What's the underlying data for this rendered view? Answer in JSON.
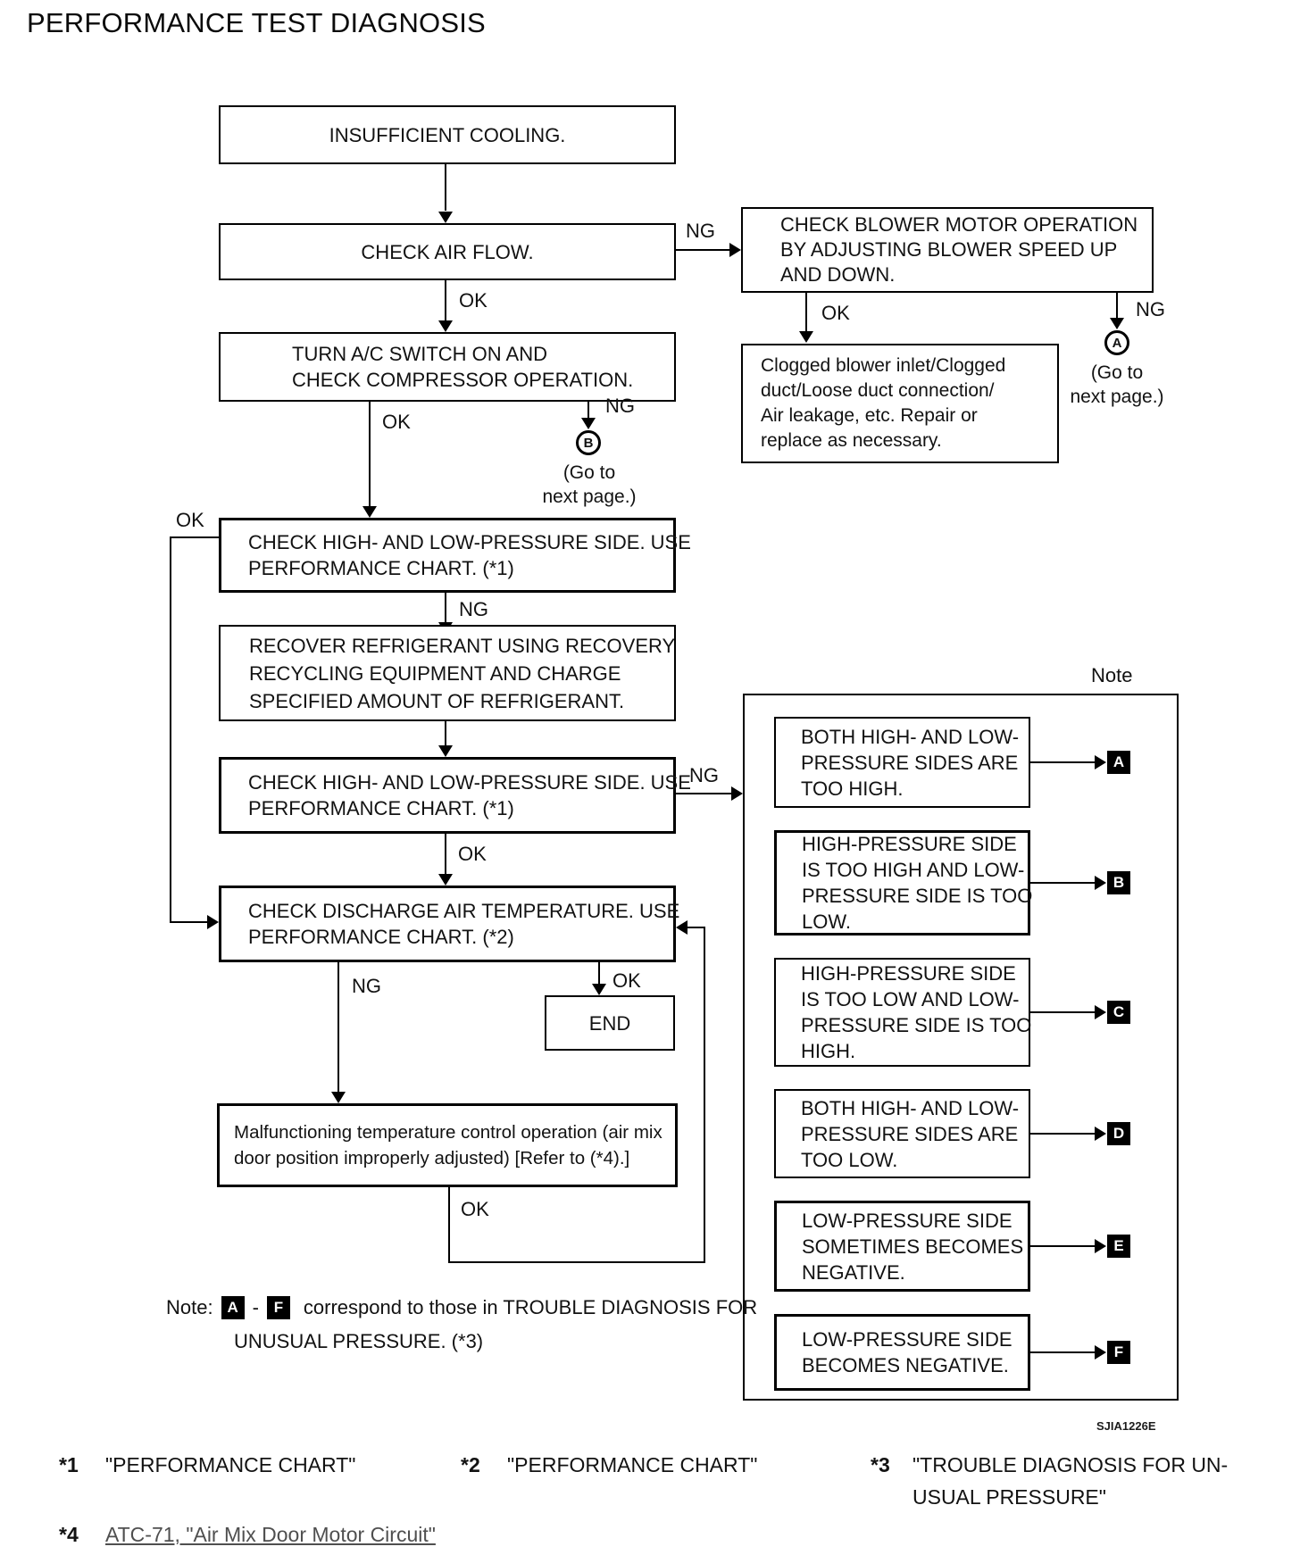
{
  "page": {
    "title": "PERFORMANCE TEST DIAGNOSIS",
    "figure_code": "SJIA1226E"
  },
  "labels": {
    "ok": "OK",
    "ng": "NG"
  },
  "flow": {
    "insufficient_cooling": {
      "lines": [
        "INSUFFICIENT COOLING."
      ]
    },
    "check_air_flow": {
      "lines": [
        "CHECK AIR FLOW."
      ]
    },
    "turn_ac_switch": {
      "lines": [
        "TURN A/C SWITCH ON AND",
        "CHECK COMPRESSOR OPERATION."
      ]
    },
    "check_blower_motor": {
      "lines": [
        "CHECK BLOWER MOTOR OPERATION",
        "BY ADJUSTING BLOWER SPEED UP",
        "AND DOWN."
      ]
    },
    "clogged_blower": {
      "lines": [
        "Clogged blower inlet/Clogged",
        "duct/Loose duct connection/",
        "Air leakage, etc. Repair or",
        "replace as necessary."
      ]
    },
    "check_pressure_1": {
      "lines": [
        "CHECK HIGH- AND LOW-PRESSURE SIDE. USE",
        "PERFORMANCE CHART. (*1)"
      ]
    },
    "recover_refrigerant": {
      "lines": [
        "RECOVER REFRIGERANT USING RECOVERY",
        "RECYCLING EQUIPMENT AND CHARGE",
        "SPECIFIED AMOUNT OF REFRIGERANT."
      ]
    },
    "check_pressure_2": {
      "lines": [
        "CHECK HIGH- AND LOW-PRESSURE SIDE. USE",
        "PERFORMANCE CHART. (*1)"
      ]
    },
    "check_discharge": {
      "lines": [
        "CHECK DISCHARGE AIR TEMPERATURE. USE",
        "PERFORMANCE CHART. (*2)"
      ]
    },
    "end": {
      "lines": [
        "END"
      ]
    },
    "malfunction": {
      "lines": [
        "Malfunctioning temperature control operation (air mix",
        "door position improperly adjusted) [Refer to (*4).]"
      ]
    }
  },
  "goto": {
    "a": {
      "letter": "A",
      "lines": [
        "(Go to",
        "next page.)"
      ]
    },
    "b": {
      "letter": "B",
      "lines": [
        "(Go to",
        "next page.)"
      ]
    }
  },
  "note_panel": {
    "header": "Note",
    "items": [
      {
        "tag": "A",
        "lines": [
          "BOTH HIGH- AND LOW-",
          "PRESSURE SIDES ARE",
          "TOO HIGH."
        ]
      },
      {
        "tag": "B",
        "lines": [
          "HIGH-PRESSURE SIDE",
          "IS TOO HIGH AND LOW-",
          "PRESSURE SIDE IS TOO",
          "LOW."
        ]
      },
      {
        "tag": "C",
        "lines": [
          "HIGH-PRESSURE SIDE",
          "IS TOO LOW AND LOW-",
          "PRESSURE SIDE IS TOO",
          "HIGH."
        ]
      },
      {
        "tag": "D",
        "lines": [
          "BOTH HIGH- AND LOW-",
          "PRESSURE SIDES ARE",
          "TOO LOW."
        ]
      },
      {
        "tag": "E",
        "lines": [
          "LOW-PRESSURE SIDE",
          "SOMETIMES BECOMES",
          "NEGATIVE."
        ]
      },
      {
        "tag": "F",
        "lines": [
          "LOW-PRESSURE SIDE",
          "BECOMES NEGATIVE."
        ]
      }
    ]
  },
  "bottom_note": {
    "prefix": "Note:",
    "tag_from": "A",
    "dash": "-",
    "tag_to": "F",
    "line1": "correspond to those in TROUBLE DIAGNOSIS FOR",
    "line2": "UNUSUAL PRESSURE. (*3)"
  },
  "footnotes": {
    "f1": {
      "ref": "*1",
      "text": "\"PERFORMANCE CHART\""
    },
    "f2": {
      "ref": "*2",
      "text": "\"PERFORMANCE CHART\""
    },
    "f3": {
      "ref": "*3",
      "lines": [
        "\"TROUBLE DIAGNOSIS FOR UN-",
        "USUAL PRESSURE\""
      ]
    },
    "f4": {
      "ref": "*4",
      "link": "ATC-71, \"Air Mix Door Motor Circuit\""
    }
  }
}
